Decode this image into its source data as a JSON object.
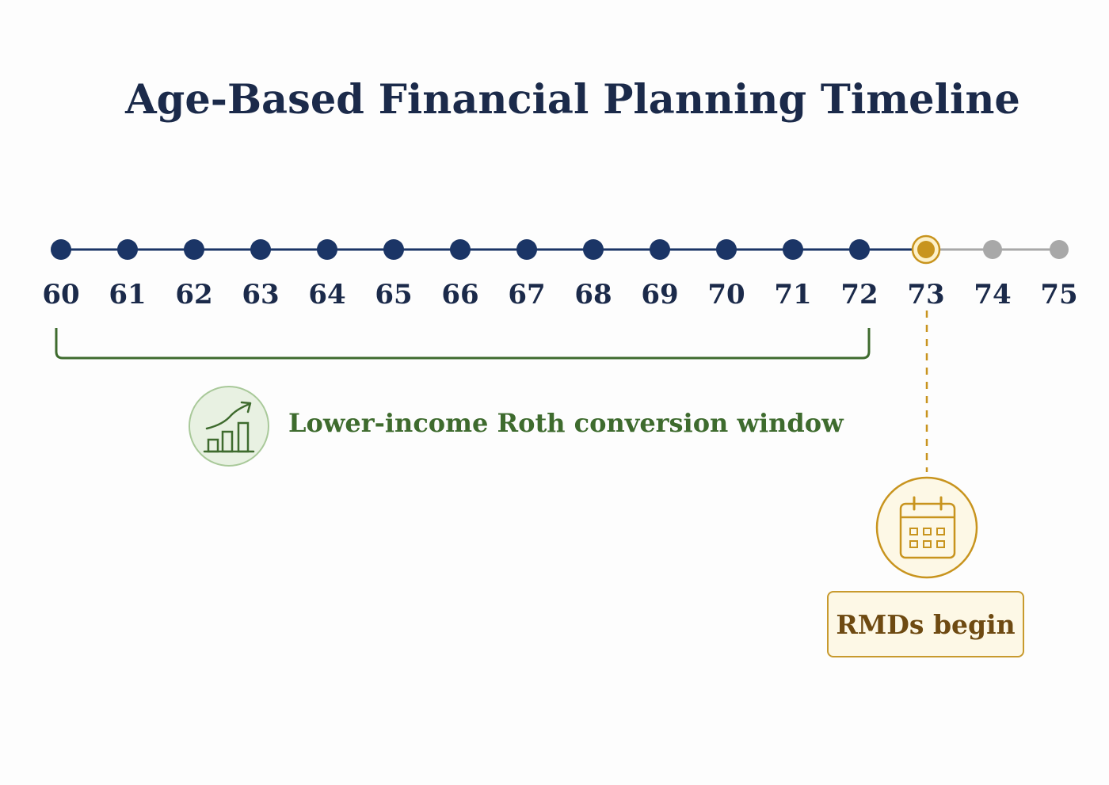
{
  "title": "Age-Based Financial Planning Timeline",
  "timeline": {
    "ages": [
      "60",
      "61",
      "62",
      "63",
      "64",
      "65",
      "66",
      "67",
      "68",
      "69",
      "70",
      "71",
      "72",
      "73",
      "74",
      "75"
    ],
    "past_count": 13,
    "highlight_age": "73"
  },
  "roth_window": {
    "label": "Lower-income Roth conversion window",
    "start_age": "60",
    "end_age": "72",
    "icon": "growth-chart-icon"
  },
  "rmd": {
    "label": "RMDs begin",
    "age": "73",
    "icon": "calendar-icon"
  },
  "colors": {
    "navy": "#1b3566",
    "gold": "#c8941e",
    "gray": "#a8a8a8",
    "green": "#3e6b2e",
    "green_light": "#e8f1e2"
  }
}
